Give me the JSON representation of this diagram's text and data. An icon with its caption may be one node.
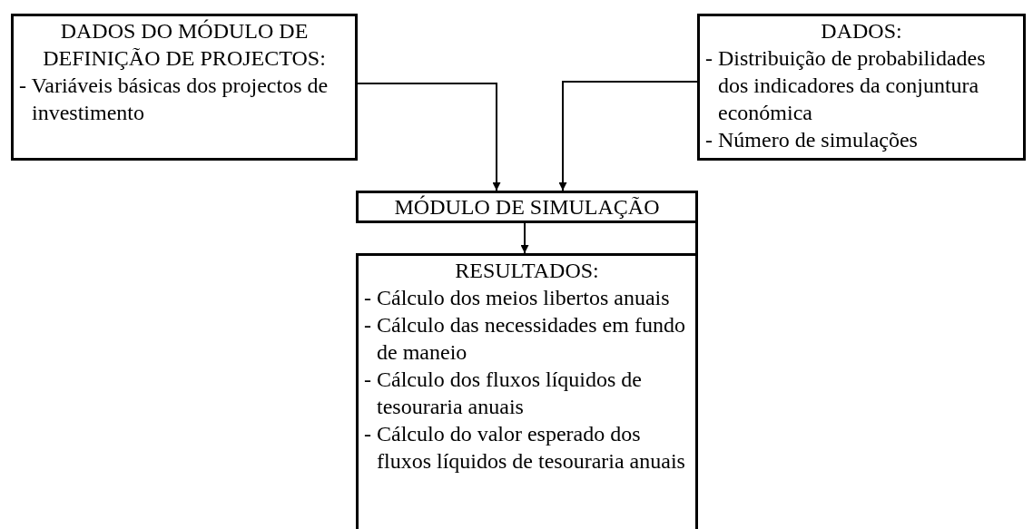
{
  "diagram": {
    "nodes": [
      {
        "text": [
          "DADOS DO MÓDULO DE DEFINIÇÃO DE PROJECTOS:",
          "- Variáveis básicas dos projectos de investimento"
        ]
      },
      {
        "text": [
          "DADOS:",
          "- Distribuição de probabilidades dos indicadores da conjuntura económica",
          "- Número de simulações"
        ]
      },
      {
        "text": [
          "MÓDULO DE SIMULAÇÃO"
        ]
      },
      {
        "text": [
          "RESULTADOS:",
          "- Cálculo dos meios libertos anuais",
          "- Cálculo das necessidades em fundo de maneio",
          "- Cálculo dos fluxos líquidos de tesouraria anuais",
          "- Cálculo do valor esperado dos fluxos líquidos de tesouraria anuais"
        ]
      }
    ],
    "edges": [
      {
        "from": 0,
        "to": 2,
        "arrow": "to"
      },
      {
        "from": 1,
        "to": 2,
        "arrow": "to"
      },
      {
        "from": 2,
        "to": 3,
        "arrow": "to"
      }
    ]
  }
}
